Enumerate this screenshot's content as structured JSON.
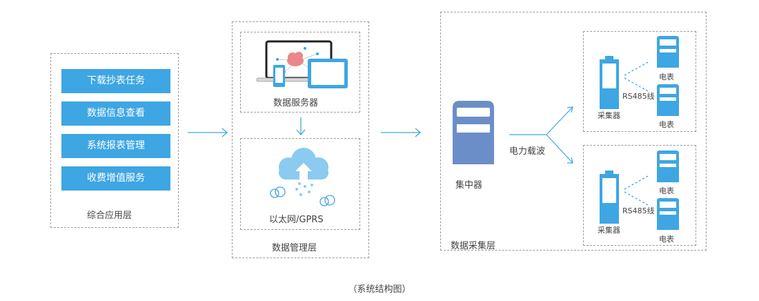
{
  "app_layer": {
    "buttons": [
      "下载抄表任务",
      "数据信息查看",
      "系统报表管理",
      "收费增值服务"
    ],
    "title": "综合应用层"
  },
  "data_layer": {
    "server_label": "数据服务器",
    "network_label": "以太网/GPRS",
    "title": "数据管理层"
  },
  "collect_layer": {
    "concentrator_label": "集中器",
    "plc_label": "电力载波",
    "collector_label": "采集器",
    "bus_label": "RS485线",
    "meter_label": "电表",
    "title": "数据采集层"
  },
  "caption": "（系统结构图）",
  "colors": {
    "accent": "#3ea6e3",
    "accent_light": "#8ccaf0",
    "panel": "#6c8ec8",
    "icon_red": "#e9878a"
  }
}
